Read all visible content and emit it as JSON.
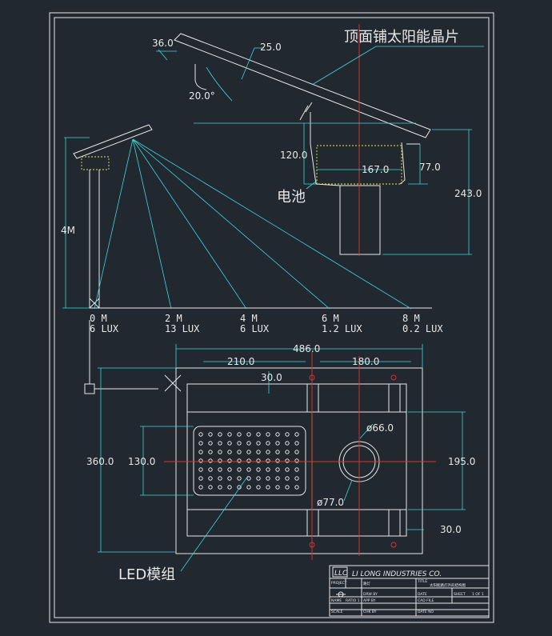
{
  "labels": {
    "solar_panel": "顶面铺太阳能晶片",
    "battery": "电池",
    "led_module": "LED模组"
  },
  "dimensions": {
    "tilt_36": "36.0",
    "panel_25": "25.0",
    "angle_20": "20.0°",
    "h_120": "120.0",
    "w_167": "167.0",
    "h_77": "77.0",
    "h_243": "243.0",
    "pole_4m": "4M",
    "w_486": "486.0",
    "w_210": "210.0",
    "w_180": "180.0",
    "w_30_top": "30.0",
    "dia_66": "ø66.0",
    "dia_77": "ø77.0",
    "h_360": "360.0",
    "h_130": "130.0",
    "h_195": "195.0",
    "w_30_right": "30.0"
  },
  "illuminance": [
    {
      "distance": "0 M",
      "lux": "6 LUX"
    },
    {
      "distance": "2 M",
      "lux": "13 LUX"
    },
    {
      "distance": "4 M",
      "lux": "6 LUX"
    },
    {
      "distance": "6 M",
      "lux": "1.2 LUX"
    },
    {
      "distance": "8 M",
      "lux": "0.2 LUX"
    }
  ],
  "title_block": {
    "company": "LI LONG INDUSTRIES CO.",
    "logo": "LLC",
    "project_label": "PROJECT",
    "project_value": "路灯",
    "title_label": "TITLE",
    "title_value": "太阳能路灯外形结构图",
    "name_label": "NAME",
    "drawn_by": "DRW BY",
    "scale_label": "SCALE",
    "appr_by": "APP BY",
    "sheet": "SHEET",
    "sheet_value": "1 OF 1",
    "ratio": "RATIO 1",
    "date_label": "DATE",
    "cad_file": "CAD FILE",
    "chk_by": "CHK BY",
    "date_no": "DATE NO"
  }
}
